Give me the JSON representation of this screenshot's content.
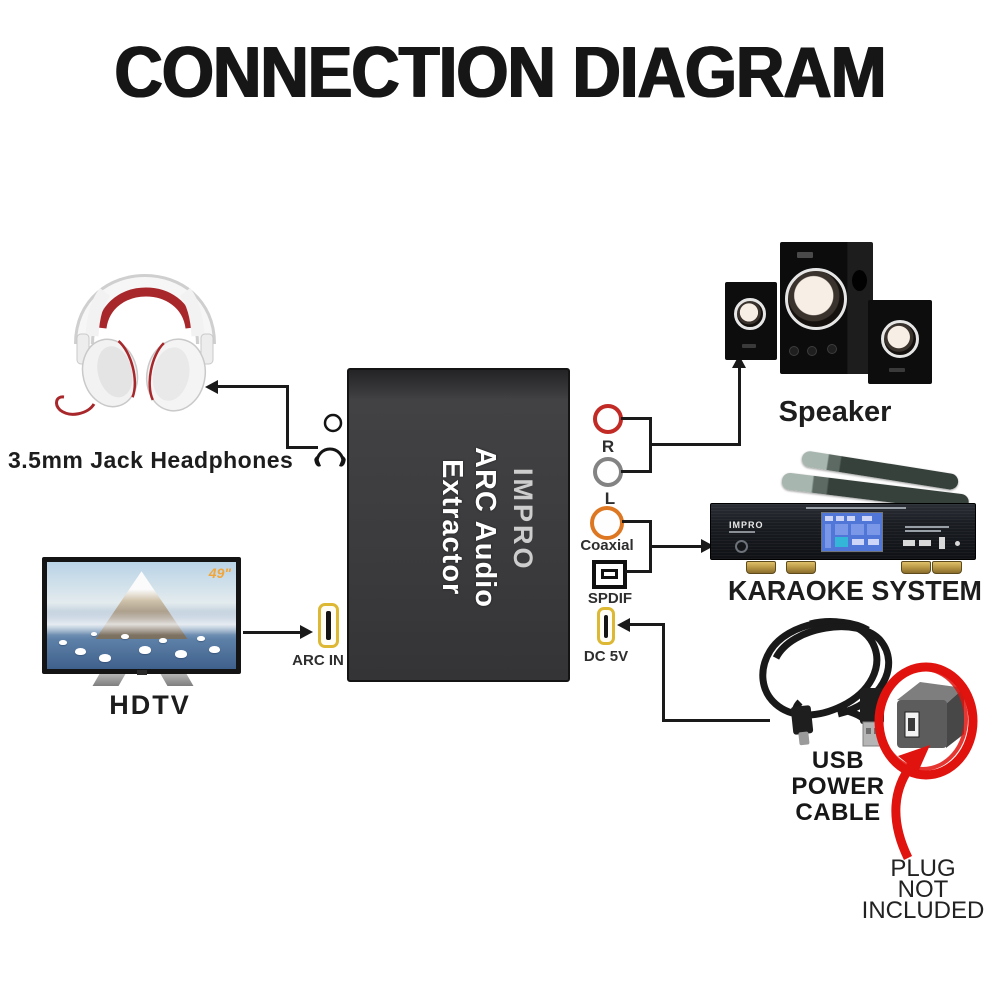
{
  "title": "CONNECTION DIAGRAM",
  "device": {
    "name": "ARC Audio Extractor",
    "brand": "IMPRO",
    "ports": {
      "arc_in": "ARC IN",
      "right_rca": "R",
      "left_rca": "L",
      "coaxial": "Coaxial",
      "spdif": "SPDIF",
      "dc": "DC 5V"
    }
  },
  "peripherals": {
    "headphones": {
      "label": "3.5mm Jack Headphones"
    },
    "hdtv": {
      "label": "HDTV",
      "size_badge": "49\""
    },
    "speaker": {
      "label": "Speaker"
    },
    "karaoke": {
      "label": "KARAOKE SYSTEM",
      "brand": "IMPRO"
    },
    "usb_cable": {
      "label_line1": "USB",
      "label_line2": "POWER",
      "label_line3": "CABLE"
    },
    "plug_note": {
      "line1": "PLUG",
      "line2": "NOT",
      "line3": "INCLUDED"
    }
  },
  "colors": {
    "rca_right_ring": "#c22a25",
    "rca_left_ring": "#838383",
    "coaxial_ring": "#dd7722",
    "hdmi_port_yellow": "#ddb835",
    "wire_black": "#1a1a1a",
    "device_body": "#3b3b3d",
    "highlight_red": "#e1130e",
    "tv_badge_orange": "#f2a63a"
  }
}
